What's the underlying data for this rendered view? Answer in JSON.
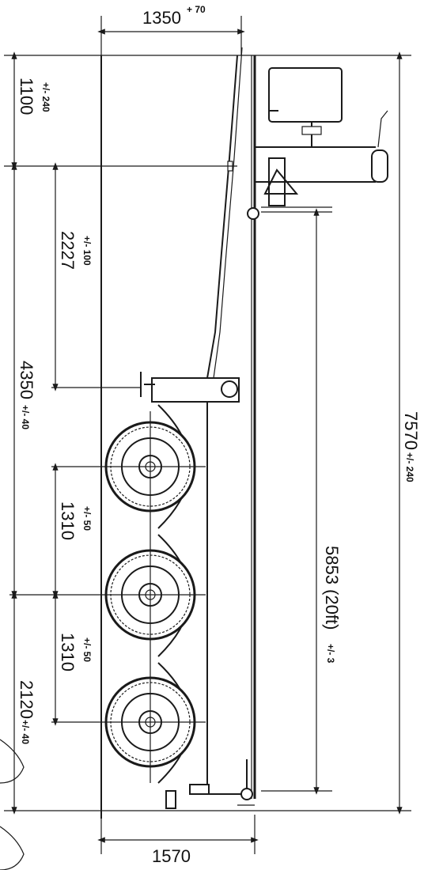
{
  "dimensions": {
    "top_width": {
      "value": "1350",
      "tolerance": "+ 70"
    },
    "front_overhang": {
      "value": "1100",
      "tolerance": "+/- 240"
    },
    "kingpin_to_leg": {
      "value": "2227",
      "tolerance": "+/- 100"
    },
    "kingpin_to_axle": {
      "value": "4350",
      "tolerance": "+/- 40"
    },
    "axle_spacing_1": {
      "value": "1310",
      "tolerance": "+/- 50"
    },
    "axle_spacing_2": {
      "value": "1310",
      "tolerance": "+/- 50"
    },
    "rear_overhang": {
      "value": "2120",
      "tolerance": "+/- 40"
    },
    "deck_length": {
      "value": "5853 (20ft)",
      "tolerance": "+/- 3"
    },
    "overall_length": {
      "value": "7570",
      "tolerance": "+/- 240"
    },
    "bottom_width": {
      "value": "1570"
    }
  },
  "axle_centers_y": [
    590,
    752,
    913
  ]
}
